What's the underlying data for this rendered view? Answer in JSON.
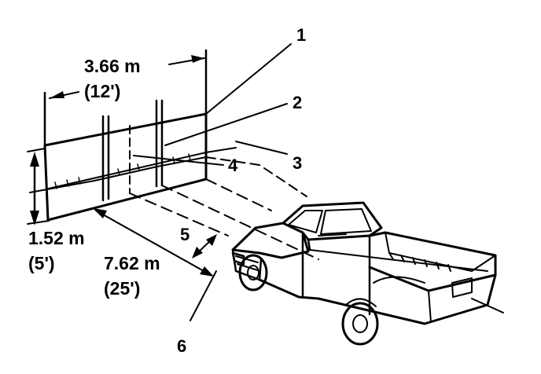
{
  "dimensions": {
    "width_metric": "3.66 m",
    "width_imperial": "(12')",
    "height_metric": "1.52 m",
    "height_imperial": "(5')",
    "distance_metric": "7.62 m",
    "distance_imperial": "(25')"
  },
  "callouts": {
    "c1": "1",
    "c2": "2",
    "c3": "3",
    "c4": "4",
    "c5": "5",
    "c6": "6"
  }
}
